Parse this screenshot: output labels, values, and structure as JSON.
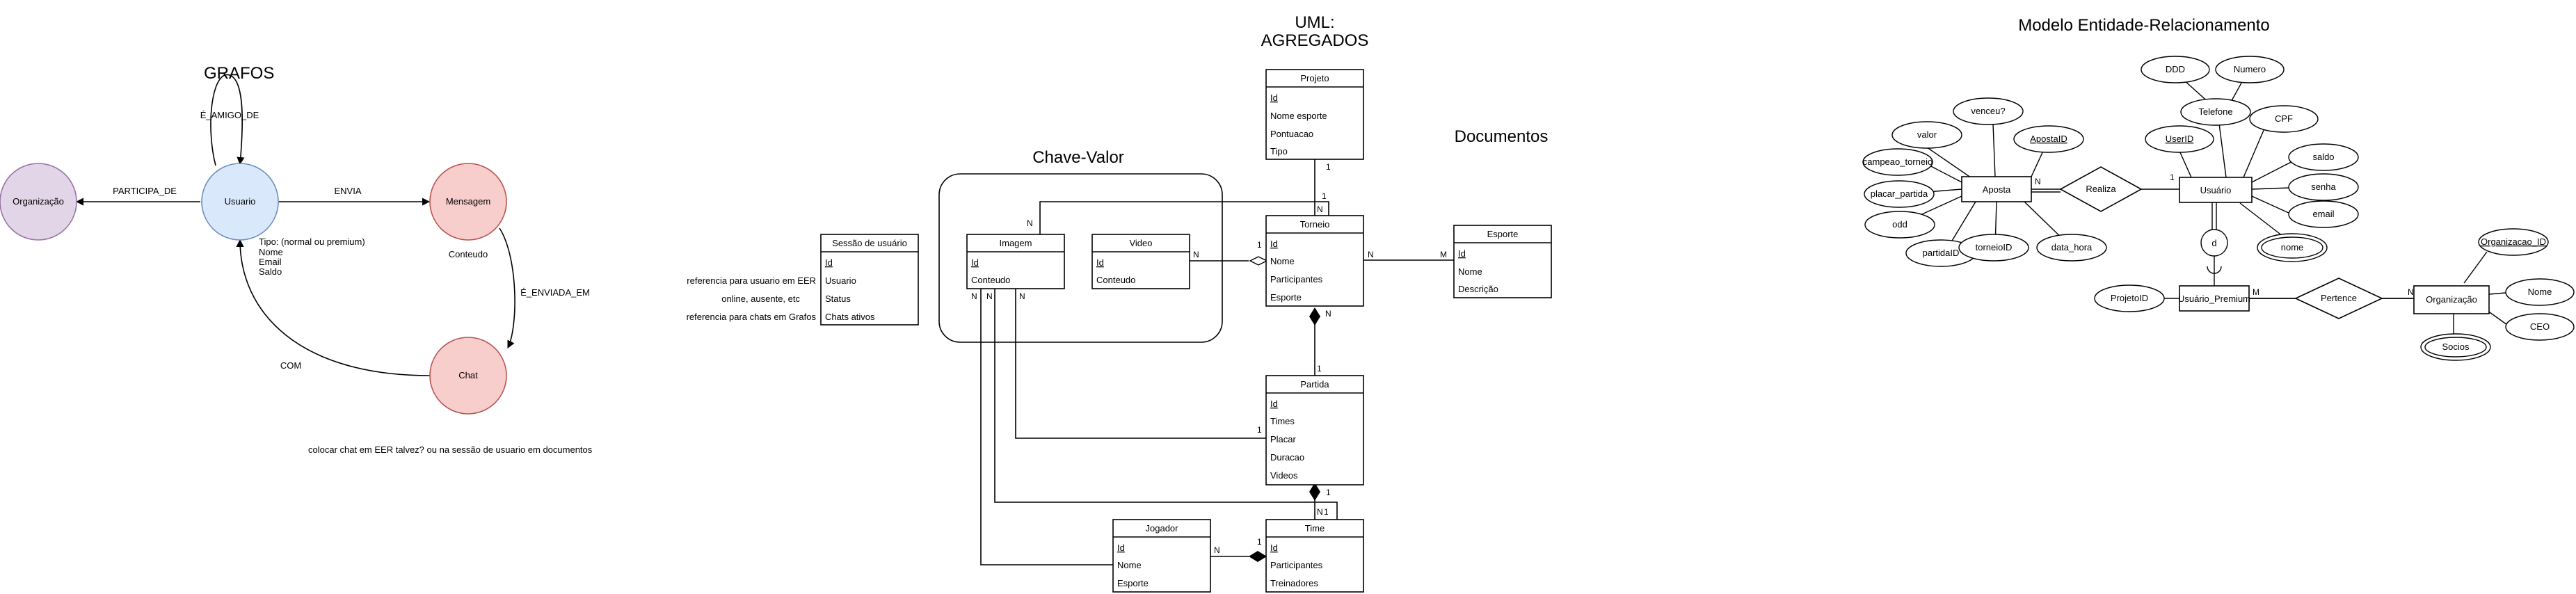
{
  "grafos": {
    "title": "GRAFOS",
    "nodes": {
      "organizacao": "Organização",
      "usuario": "Usuario",
      "mensagem": "Mensagem",
      "chat": "Chat"
    },
    "edges": {
      "e_amigo_de": "É_AMIGO_DE",
      "participa_de": "PARTICIPA_DE",
      "envia": "ENVIA",
      "e_enviada_em": "É_ENVIADA_EM",
      "com": "COM"
    },
    "usuario_props": [
      "Tipo: (normal ou premium)",
      "Nome",
      "Email",
      "Saldo"
    ],
    "mensagem_prop": "Conteudo",
    "note": "colocar chat em EER talvez? ou na sessão de usuario em documentos",
    "colors": {
      "organizacao": "#e1d5e7",
      "usuario": "#dae8fc",
      "mensagem": "#f8cecc",
      "chat": "#f8cecc"
    }
  },
  "chave_valor": {
    "title": "Chave-Valor",
    "sessao": {
      "title": "Sessão de usuário",
      "fields": [
        "Id",
        "Usuario",
        "Status",
        "Chats ativos"
      ]
    },
    "notes": [
      "referencia para usuario em EER",
      "online, ausente, etc",
      "referencia para chats em Grafos"
    ],
    "imagem": {
      "title": "Imagem",
      "fields": [
        "Id",
        "Conteudo"
      ]
    },
    "video": {
      "title": "Video",
      "fields": [
        "Id",
        "Conteudo"
      ]
    }
  },
  "uml": {
    "title_line1": "UML:",
    "title_line2": "AGREGADOS",
    "projeto": {
      "title": "Projeto",
      "fields": [
        "Id",
        "Nome esporte",
        "Pontuacao",
        "Tipo"
      ]
    },
    "torneio": {
      "title": "Torneio",
      "fields": [
        "Id",
        "Nome",
        "Participantes",
        "Esporte"
      ]
    },
    "partida": {
      "title": "Partida",
      "fields": [
        "Id",
        "Times",
        "Placar",
        "Duracao",
        "Videos"
      ]
    },
    "time": {
      "title": "Time",
      "fields": [
        "Id",
        "Participantes",
        "Treinadores"
      ]
    },
    "jogador": {
      "title": "Jogador",
      "fields": [
        "Id",
        "Nome",
        "Esporte"
      ]
    },
    "mult": {
      "one": "1",
      "many": "N",
      "m": "M"
    }
  },
  "documentos": {
    "title": "Documentos",
    "esporte": {
      "title": "Esporte",
      "fields": [
        "Id",
        "Nome",
        "Descrição"
      ]
    }
  },
  "eer": {
    "title": "Modelo Entidade-Relacionamento",
    "entities": {
      "aposta": "Aposta",
      "usuario": "Usuário",
      "usuario_premium": "Usuário_Premium",
      "organizacao": "Organização"
    },
    "relationships": {
      "realiza": "Realiza",
      "pertence": "Pertence"
    },
    "disjoint": "d",
    "aposta_attrs": {
      "valor": "valor",
      "venceu": "venceu?",
      "apostaid": "ApostaID",
      "campeao": "campeao_torneio",
      "placar": "placar_partida",
      "odd": "odd",
      "partidaid": "partidaID",
      "torneioid": "torneioID",
      "data_hora": "data_hora"
    },
    "usuario_attrs": {
      "ddd": "DDD",
      "numero": "Numero",
      "telefone": "Telefone",
      "userid": "UserID",
      "cpf": "CPF",
      "saldo": "saldo",
      "senha": "senha",
      "email": "email",
      "nome": "nome"
    },
    "premium_attrs": {
      "projetoid": "ProjetoID"
    },
    "org_attrs": {
      "orgid": "Organizacao_ID",
      "nome": "Nome",
      "ceo": "CEO",
      "socios": "Socios"
    },
    "mult": {
      "one": "1",
      "many": "N",
      "m": "M"
    }
  }
}
